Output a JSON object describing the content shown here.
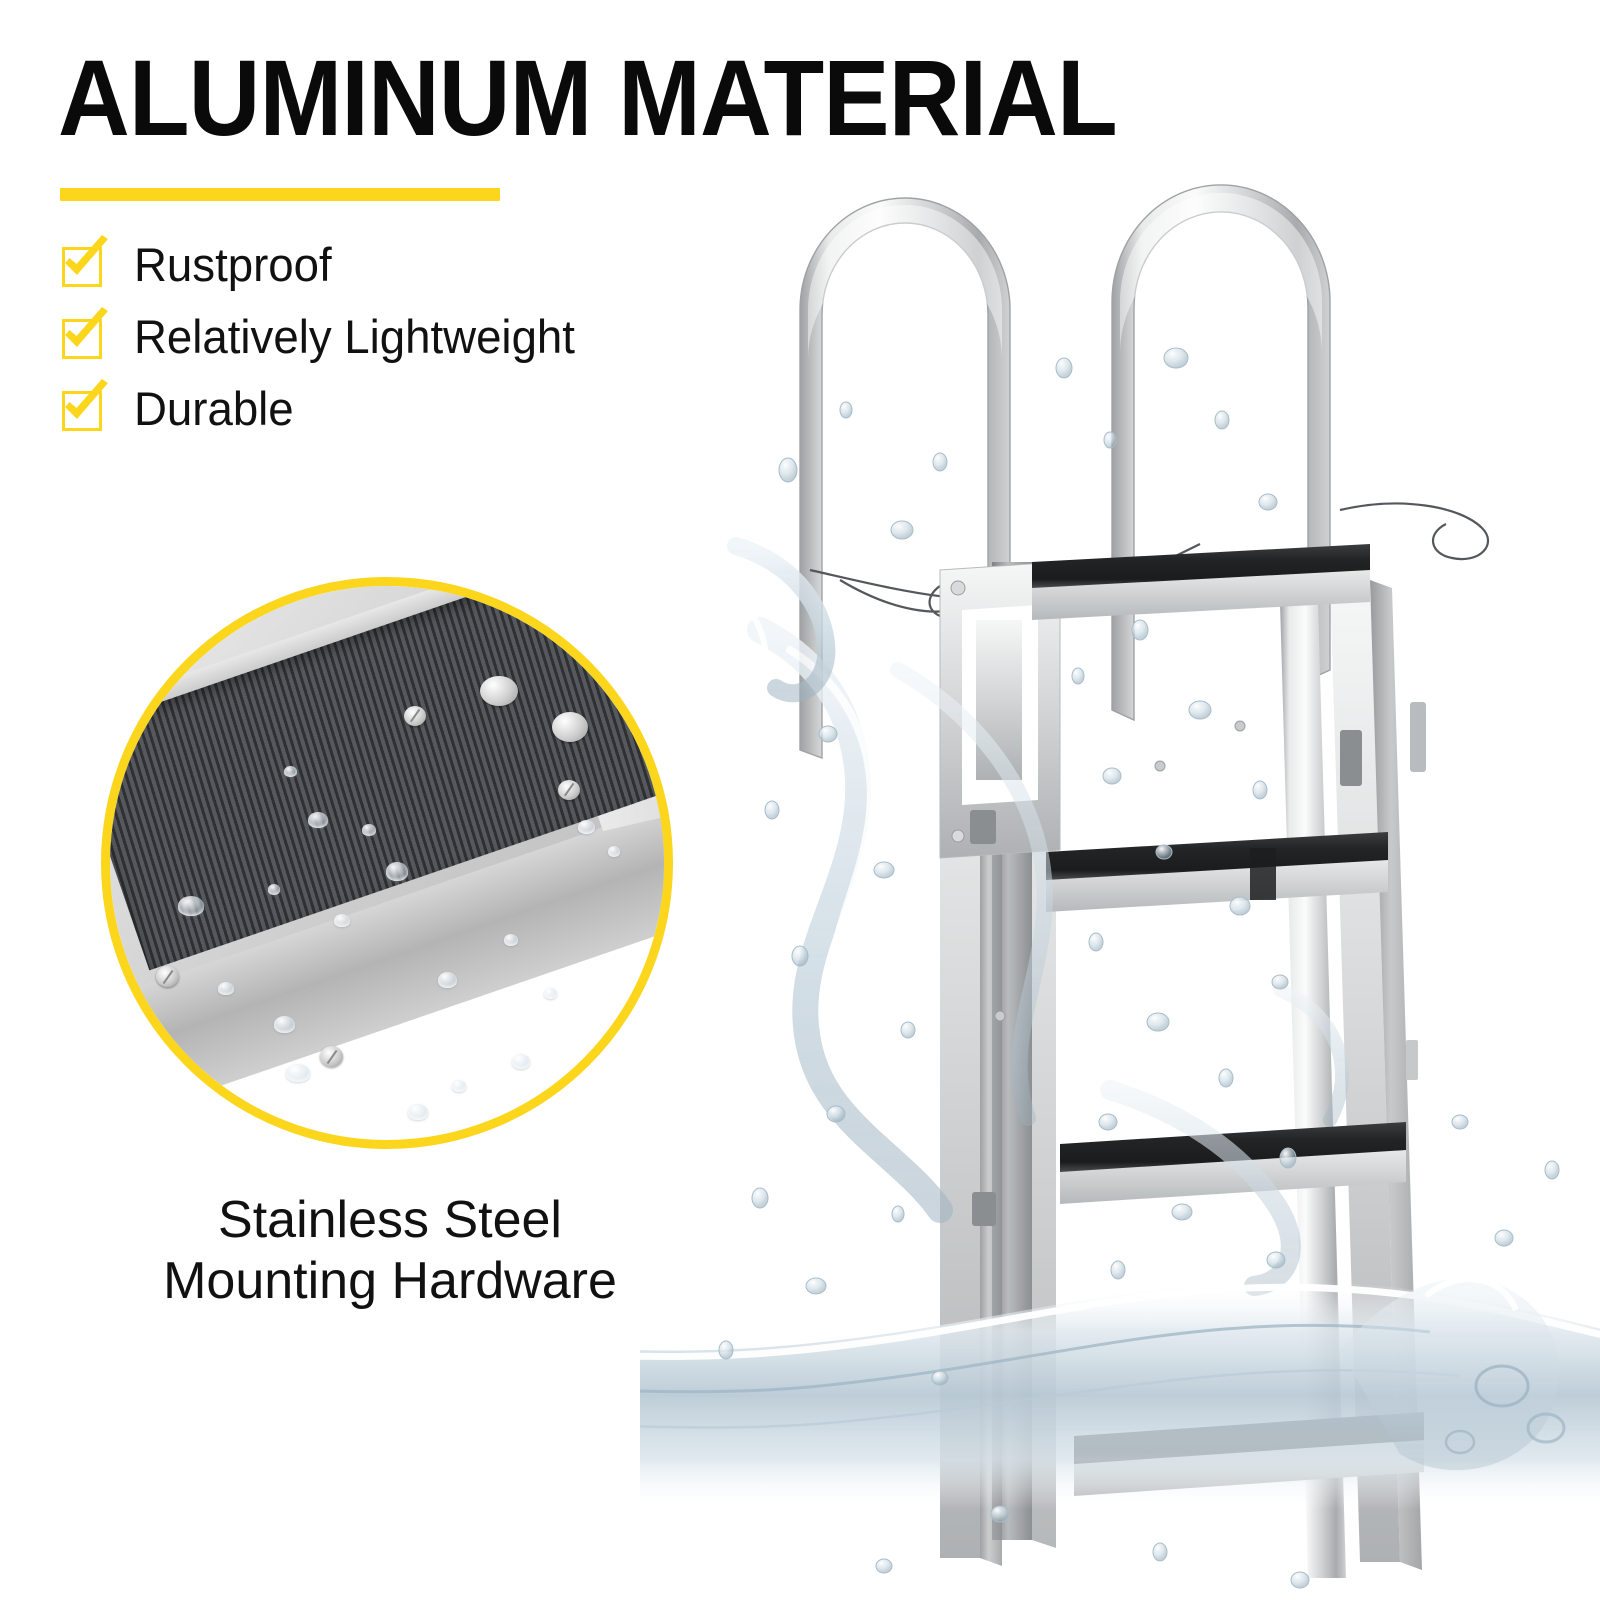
{
  "headline": {
    "text": "ALUMINUM MATERIAL",
    "accent_color": "#fbd61c",
    "text_color": "#0a0a0a"
  },
  "divider": {
    "color": "#fbd61c"
  },
  "features": [
    {
      "label": "Rustproof",
      "icon": "checkbox-checked-icon",
      "checked": true
    },
    {
      "label": "Relatively Lightweight",
      "icon": "checkbox-checked-icon",
      "checked": true
    },
    {
      "label": "Durable",
      "icon": "checkbox-checked-icon",
      "checked": true
    }
  ],
  "inset": {
    "ring_color": "#fbd61c",
    "subject": "close-up of aluminum dock ladder step with black ribbed non-slip tread, stainless bolts and screws, water droplets",
    "caption_line1": "Stainless Steel",
    "caption_line2": "Mounting Hardware"
  },
  "product": {
    "name": "aluminum dock boarding ladder",
    "handrail_count": 2,
    "step_count": 4,
    "frame_color": "#c9cbcc",
    "step_color": "#2b2c2e",
    "water_color": "#c3d2dc",
    "background": "#ffffff"
  }
}
